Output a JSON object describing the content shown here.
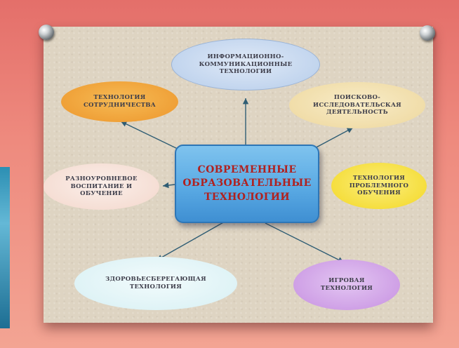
{
  "diagram": {
    "center": {
      "label": "СОВРЕМЕННЫЕ\nОБРАЗОВАТЕЛЬНЫЕ\nТЕХНОЛОГИИ"
    },
    "nodes": {
      "ikt": "ИНФОРМАЦИОННО-\nКОММУНИКАЦИОННЫЕ\nТЕХНОЛОГИИ",
      "cooperation": "ТЕХНОЛОГИЯ\nСОТРУДНИЧЕСТВА",
      "research": "ПОИСКОВО-\nИССЛЕДОВАТЕЛЬСКАЯ\nДЕЯТЕЛЬНОСТЬ",
      "multilevel": "РАЗНОУРОВНЕВОЕ\nВОСПИТАНИЕ И\nОБУЧЕНИЕ",
      "problem": "ТЕХНОЛОГИЯ\nПРОБЛЕМНОГО\nОБУЧЕНИЯ",
      "health": "ЗДОРОВЬЕСБЕРЕГАЮЩАЯ\nТЕХНОЛОГИЯ",
      "game": "ИГРОВАЯ\nТЕХНОЛОГИЯ"
    }
  },
  "colors": {
    "background": "#e46f6a",
    "board": "#ded4c2",
    "center_fill": "#5aaae4",
    "center_text": "#b0211f",
    "ikt": "#c7d9ef",
    "cooperation": "#f0a53e",
    "research": "#f3e2b5",
    "multilevel": "#f7e3dc",
    "problem": "#f6e148",
    "health": "#def3f5",
    "game": "#cfa3e6",
    "arrow": "#2f5d74"
  }
}
